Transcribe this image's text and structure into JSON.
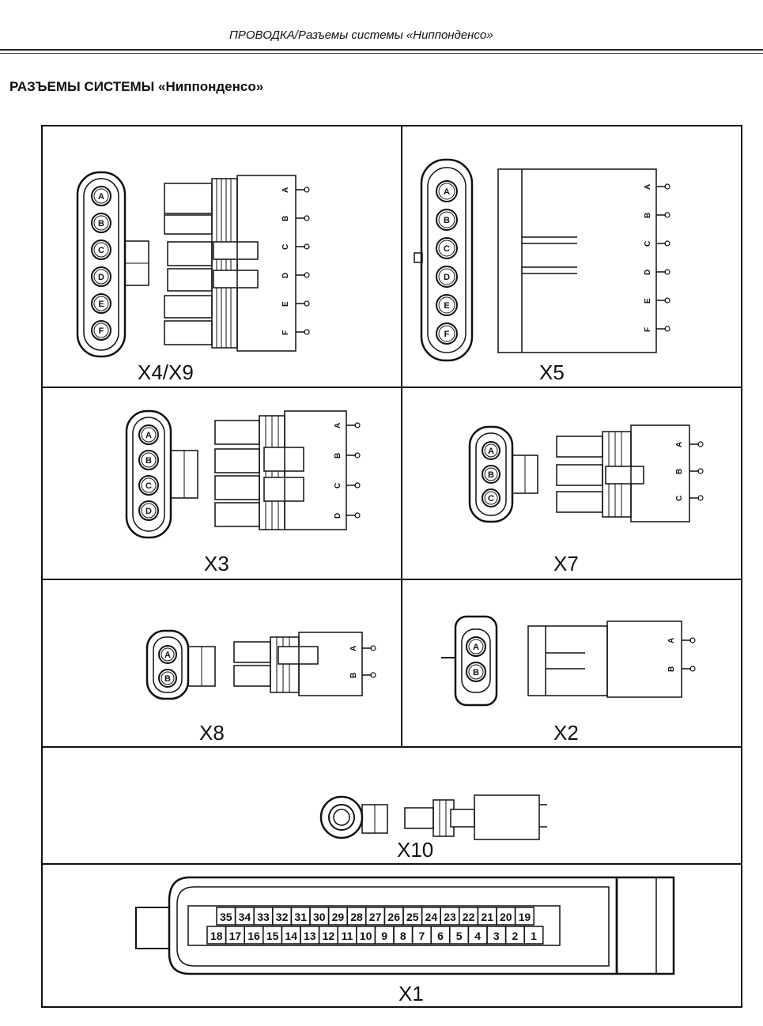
{
  "header": {
    "title": "ПРОВОДКА/Разъемы системы «Ниппонденсо»"
  },
  "section": {
    "title": "РАЗЪЕМЫ СИСТЕМЫ «Ниппонденсо»"
  },
  "connectors": {
    "x4x9": {
      "label": "X4/X9",
      "pins": [
        "A",
        "B",
        "C",
        "D",
        "E",
        "F"
      ]
    },
    "x5": {
      "label": "X5",
      "pins": [
        "A",
        "B",
        "C",
        "D",
        "E",
        "F"
      ]
    },
    "x3": {
      "label": "X3",
      "pins": [
        "A",
        "B",
        "C",
        "D"
      ]
    },
    "x7": {
      "label": "X7",
      "pins": [
        "A",
        "B",
        "C"
      ]
    },
    "x8": {
      "label": "X8",
      "pins": [
        "A",
        "B"
      ]
    },
    "x2": {
      "label": "X2",
      "pins": [
        "A",
        "B"
      ]
    },
    "x10": {
      "label": "X10"
    },
    "x1": {
      "label": "X1",
      "top_row": [
        "35",
        "34",
        "33",
        "32",
        "31",
        "30",
        "29",
        "28",
        "27",
        "26",
        "25",
        "24",
        "23",
        "22",
        "21",
        "20",
        "19"
      ],
      "bottom_row": [
        "18",
        "17",
        "16",
        "15",
        "14",
        "13",
        "12",
        "11",
        "10",
        "9",
        "8",
        "7",
        "6",
        "5",
        "4",
        "3",
        "2",
        "1"
      ]
    }
  }
}
